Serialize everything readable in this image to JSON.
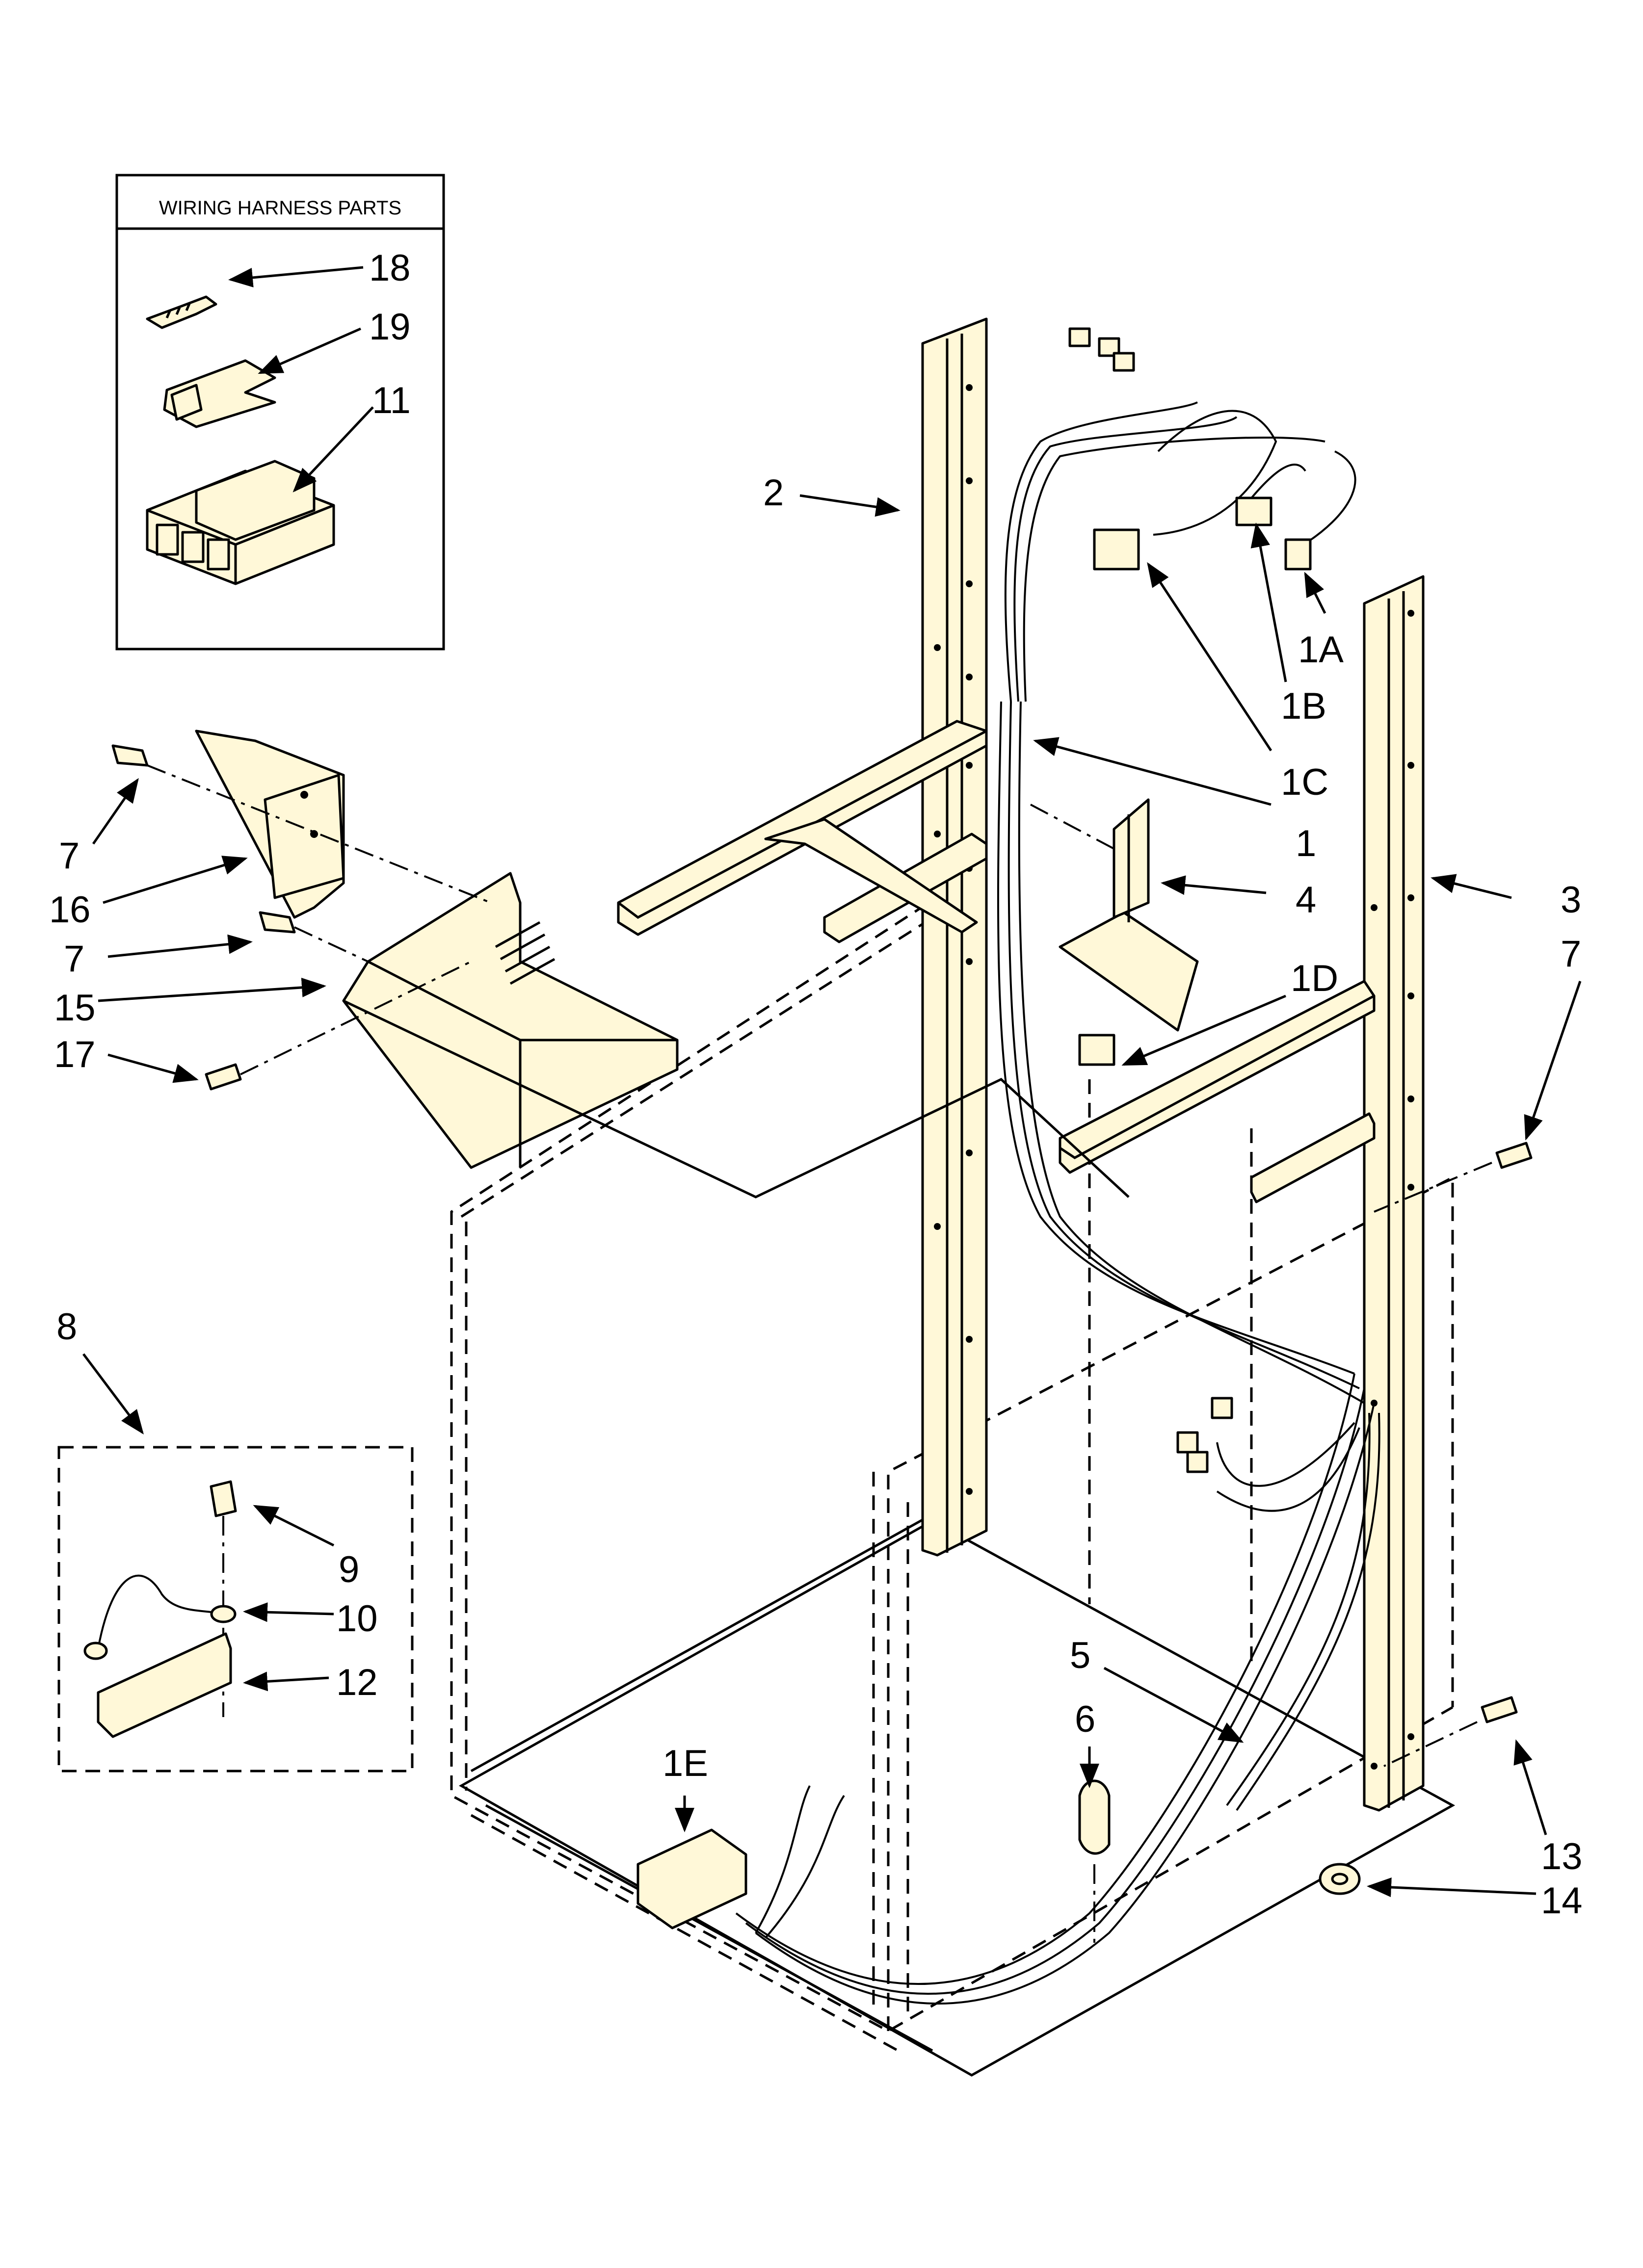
{
  "inset": {
    "title": "WIRING HARNESS PARTS"
  },
  "callouts": {
    "c18": "18",
    "c19": "19",
    "c11": "11",
    "c2": "2",
    "c1A": "1A",
    "c1B": "1B",
    "c1C": "1C",
    "c1": "1",
    "c4": "4",
    "c3": "3",
    "c7a": "7",
    "c7b": "7",
    "c7c": "7",
    "c16": "16",
    "c15": "15",
    "c17": "17",
    "c1D": "1D",
    "c8": "8",
    "c9": "9",
    "c10": "10",
    "c12": "12",
    "c5": "5",
    "c6": "6",
    "c1E": "1E",
    "c13": "13",
    "c14": "14"
  },
  "colors": {
    "part_fill": "#fff8d8",
    "line": "#000000",
    "background": "#ffffff"
  }
}
